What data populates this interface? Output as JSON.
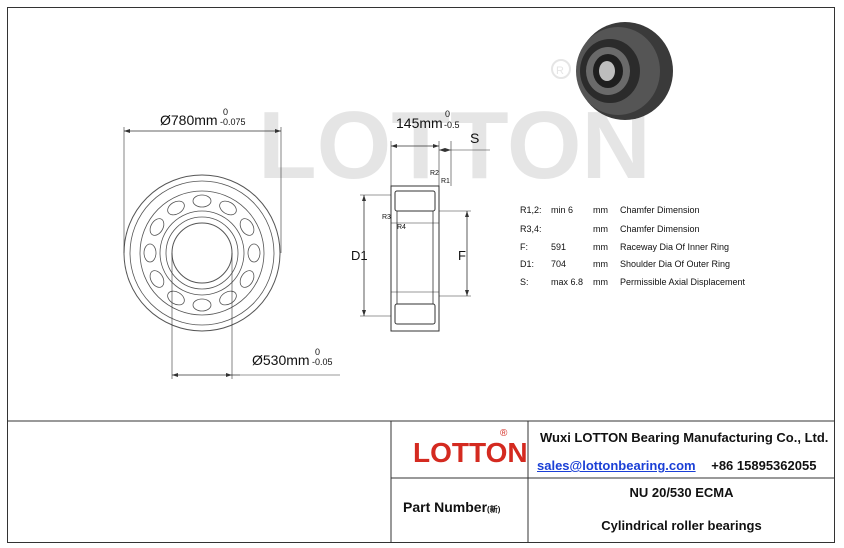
{
  "drawing": {
    "outer_diameter": {
      "main": "Ø780mm",
      "upper_tol": "0",
      "lower_tol": "-0.075"
    },
    "inner_diameter": {
      "main": "Ø530mm",
      "upper_tol": "0",
      "lower_tol": "-0.05"
    },
    "width": {
      "main": "145mm",
      "upper_tol": "0",
      "lower_tol": "-0.5"
    },
    "labels": {
      "s": "S",
      "d1": "D1",
      "f": "F",
      "r1": "R1",
      "r2": "R2",
      "r3": "R3",
      "r4": "R4"
    }
  },
  "specs": [
    {
      "symbol": "R1,2:",
      "value": "min 6",
      "unit": "mm",
      "desc": "Chamfer Dimension"
    },
    {
      "symbol": "R3,4:",
      "value": "",
      "unit": "mm",
      "desc": "Chamfer Dimension"
    },
    {
      "symbol": "F:",
      "value": "591",
      "unit": "mm",
      "desc": "Raceway Dia Of Inner Ring"
    },
    {
      "symbol": "D1:",
      "value": "704",
      "unit": "mm",
      "desc": "Shoulder Dia Of Outer Ring"
    },
    {
      "symbol": "S:",
      "value": "max 6.8",
      "unit": "mm",
      "desc": "Permissible Axial Displacement"
    }
  ],
  "brand": {
    "logo_text": "LOTTON",
    "registered_mark": "®"
  },
  "title_block": {
    "company": "Wuxi LOTTON Bearing Manufacturing Co., Ltd.",
    "email": "sales@lottonbearing.com",
    "phone": "+86 15895362055",
    "part_number_label": "Part Number",
    "part_number_suffix": "(新)",
    "part_number": "NU 20/530 ECMA",
    "product_type": "Cylindrical roller bearings"
  },
  "colors": {
    "logo_red": "#d42a20",
    "watermark": "#d8d8d8",
    "link": "#1a3fd6"
  }
}
